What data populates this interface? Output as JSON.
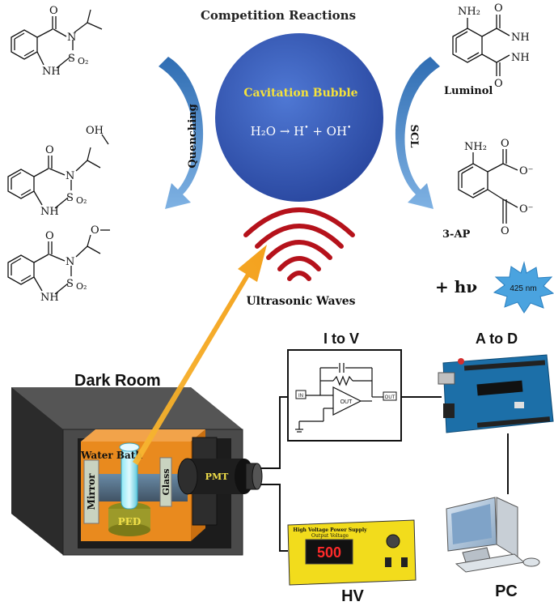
{
  "title": "Competition Reactions",
  "bubble": {
    "label": "Cavitation Bubble",
    "equation_left": "H₂O → H",
    "equation_mid": " + OH",
    "dot": "•"
  },
  "arrows": {
    "left": "Quenching",
    "right": "SCL"
  },
  "waves_label": "Ultrasonic Waves",
  "molecules": {
    "left_top": {
      "atoms": [
        "O",
        "N",
        "S",
        "O₂",
        "NH"
      ]
    },
    "left_mid": {
      "atoms": [
        "OH",
        "O",
        "N",
        "S",
        "O₂",
        "NH"
      ]
    },
    "left_bot": {
      "atoms": [
        "O",
        "N",
        "S",
        "O₂",
        "NH"
      ]
    },
    "luminol": {
      "name": "Luminol",
      "atoms": [
        "NH₂",
        "O",
        "NH",
        "NH",
        "O"
      ]
    },
    "ap": {
      "name": "3-AP",
      "atoms": [
        "NH₂",
        "O",
        "O⁻",
        "O⁻",
        "O"
      ]
    }
  },
  "emission": {
    "plus_hv": "+ hν",
    "wavelength": "425 nm"
  },
  "setup": {
    "dark_room": "Dark Room",
    "water_bath": "Water Bath",
    "mirror": "Mirror",
    "glass": "Glass",
    "ped": "PED",
    "pmt": "PMT",
    "i_to_v": "I to V",
    "in_label": "IN",
    "out_label": "OUT",
    "out_label2": "OUT",
    "a_to_d": "A to D",
    "pc": "PC",
    "hv": "HV"
  },
  "power_supply": {
    "title": "High Voltage Power Supply",
    "subtitle": "Output Voltage",
    "display": "500"
  },
  "colors": {
    "bubble": "#3457b8",
    "bubble_text": "#f5e23a",
    "arrow_blue": "#4a86c5",
    "wave_red": "#b5121b",
    "orange_arrow": "#f5a623",
    "box_orange": "#e98a1e",
    "arduino_blue": "#1c6fa8",
    "hv_yellow": "#f2dc1c",
    "starburst": "#4aa3df"
  }
}
